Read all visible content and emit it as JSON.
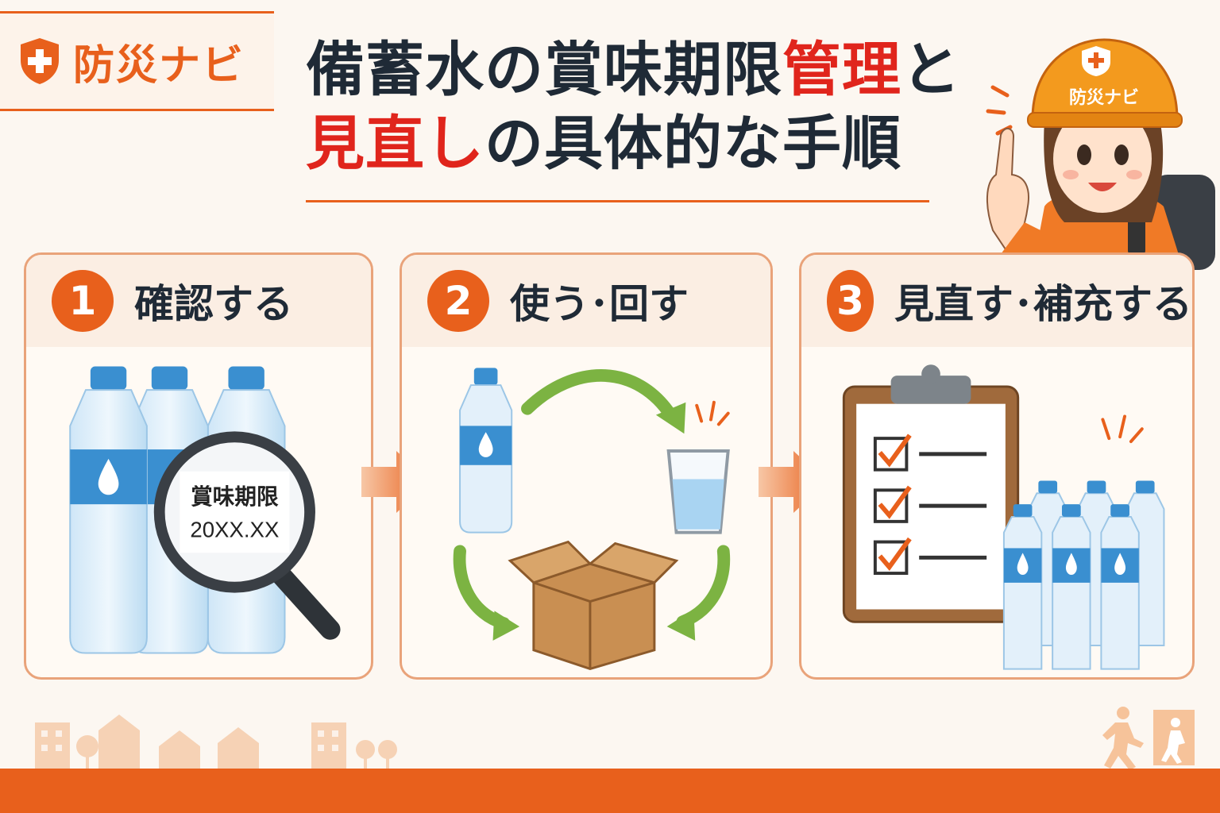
{
  "brand": {
    "name": "防災ナビ",
    "accent": "#e8601c"
  },
  "title": {
    "line1_pre": "備蓄水の賞味期限",
    "line1_hl": "管理",
    "line1_post": "と",
    "line2_hl": "見直し",
    "line2_post": "の具体的な手順",
    "highlight_color": "#e0251c"
  },
  "character": {
    "helmet_label": "防災ナビ"
  },
  "steps": [
    {
      "number": "1",
      "title": "確認する",
      "label_line1": "賞味期限",
      "label_line2": "20XX.XX"
    },
    {
      "number": "2",
      "title": "使う･回す"
    },
    {
      "number": "3",
      "title": "見直す･補充する"
    }
  ],
  "icons": {
    "logo": "shield-plus-icon",
    "step1": "magnifier-over-bottles",
    "step2": "rotate-cycle-bottle-glass-box",
    "step3": "clipboard-checklist-bottles",
    "footer_left": "city-buildings",
    "footer_right": "evacuation-exit-icon"
  }
}
